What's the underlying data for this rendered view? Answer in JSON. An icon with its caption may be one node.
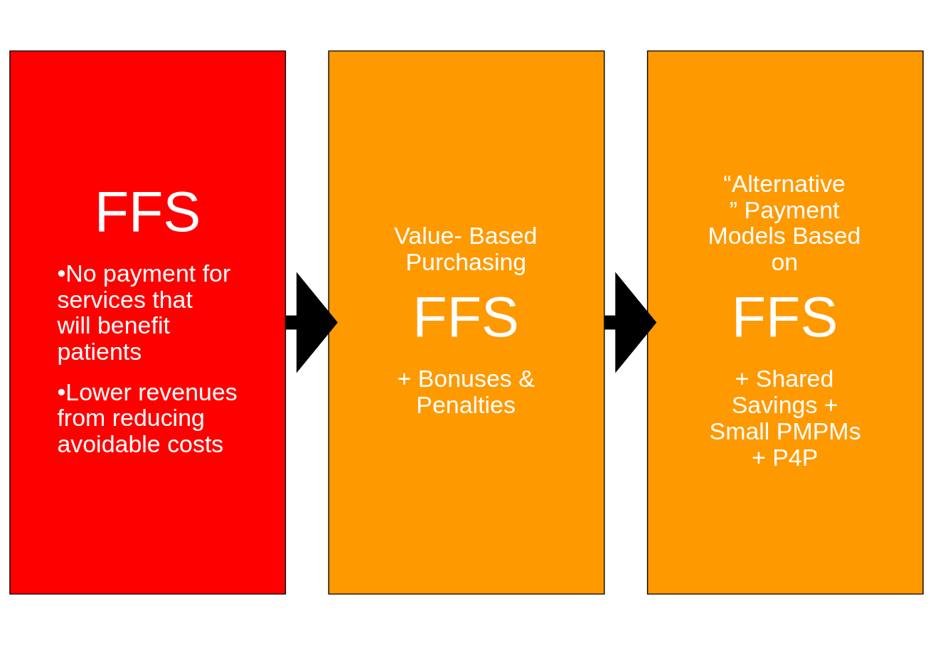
{
  "diagram": {
    "nodes": [
      {
        "text": [
          "FFS",
          "•No payment for services that will benefit patients",
          "•Lower revenues from reducing avoidable costs"
        ]
      },
      {
        "text": [
          "Value- Based Purchasing",
          "FFS",
          "+ Bonuses & Penalties"
        ]
      },
      {
        "text": [
          "“Alternative ” Payment Models Based on",
          "FFS",
          "+ Shared Savings + Small PMPMs + P4P"
        ]
      }
    ],
    "edges": [
      {
        "from": 0,
        "to": 1,
        "arrow": "to"
      },
      {
        "from": 1,
        "to": 2,
        "arrow": "to"
      }
    ]
  }
}
